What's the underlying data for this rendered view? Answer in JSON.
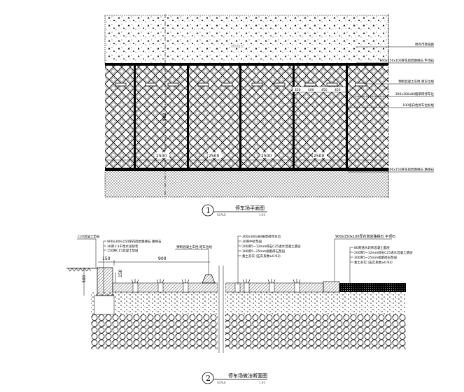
{
  "plan": {
    "number": "1",
    "title": "停车场平面图",
    "scale_label": "SCALE",
    "scale": "1:50",
    "vertical_dim": "900",
    "bay_dims": [
      "2500",
      "2500",
      "2500",
      "2500"
    ],
    "stop_dims": [
      "450",
      "400",
      "450",
      "450"
    ],
    "callouts": [
      "原有市政道路",
      "900x150x100厚花岗岩路缘石 平顶石",
      "预制混凝土车挡 距车位线",
      "300x300x80植草砖停车位",
      "100宽白色停车位标线",
      "900x300x150厚花岗岩路缘石 路缘石"
    ],
    "center_note": "原有绿化"
  },
  "section": {
    "number": "2",
    "title": "停车场做法断面图",
    "scale_label": "SCALE",
    "scale": "1:30",
    "dims": [
      "150",
      "900",
      "300",
      "150"
    ],
    "left_callouts": [
      "C20混凝土垫层",
      "900x300x150厚花岗岩路缘石 路缘石",
      "30厚1:3干性水泥砂浆",
      "150厚C15混凝土垫层"
    ],
    "stop_callout": "预制混凝土车挡 距车位线",
    "mid_callouts": [
      "300x300x80植草砖停车位",
      "30厚中砂垫层",
      "200厚5~12mm碎石C25透水混凝土基层",
      "300厚5~25mm级配碎石垫层",
      "素土夯实 (压实系数≥0.93)"
    ],
    "right_top_callout": "900x150x100厚花岗岩路缘石 平顶石",
    "right_callouts": [
      "80厚透水沥青混凝土面层",
      "200厚5~12mm碎石C25透水混凝土基层",
      "300厚5~25mm级配碎石垫层",
      "素土夯实 (压实系数≥0.93)"
    ]
  }
}
